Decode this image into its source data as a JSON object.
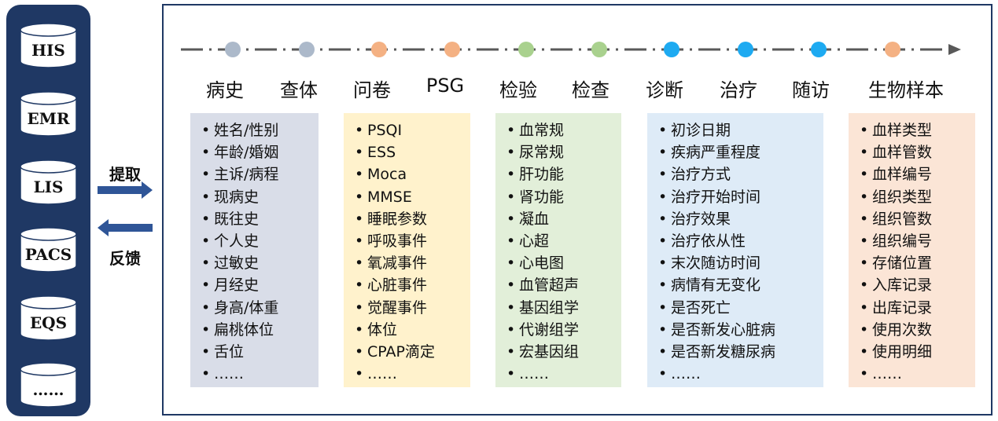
{
  "sources": {
    "items": [
      "HIS",
      "EMR",
      "LIS",
      "PACS",
      "EQS",
      "……"
    ],
    "color": "#1f3864"
  },
  "arrows": {
    "extract_label": "提取",
    "feedback_label": "反馈"
  },
  "timeline": {
    "categories": [
      {
        "label": "病史",
        "color": "#acb9ca"
      },
      {
        "label": "查体",
        "color": "#acb9ca"
      },
      {
        "label": "问卷",
        "color": "#f4b183"
      },
      {
        "label": "PSG",
        "color": "#f4b183"
      },
      {
        "label": "检验",
        "color": "#a9d18e"
      },
      {
        "label": "检查",
        "color": "#a9d18e"
      },
      {
        "label": "诊断",
        "color": "#1eaaf1"
      },
      {
        "label": "治疗",
        "color": "#1eaaf1"
      },
      {
        "label": "随访",
        "color": "#1eaaf1"
      },
      {
        "label": "生物样本",
        "color": "#f4b183"
      }
    ]
  },
  "boxes": [
    {
      "name": "history-exam",
      "bg": "#d9dde8",
      "items": [
        "姓名/性别",
        "年龄/婚姻",
        "主诉/病程",
        "现病史",
        "既往史",
        "个人史",
        "过敏史",
        "月经史",
        "身高/体重",
        "扁桃体位",
        "舌位",
        "……"
      ]
    },
    {
      "name": "questionnaire-psg",
      "bg": "#fff2cc",
      "items": [
        "PSQI",
        "ESS",
        "Moca",
        "MMSE",
        "睡眠参数",
        "呼吸事件",
        "氧减事件",
        "心脏事件",
        "觉醒事件",
        "体位",
        "CPAP滴定",
        "……"
      ]
    },
    {
      "name": "lab-exam",
      "bg": "#e2efd9",
      "items": [
        "血常规",
        "尿常规",
        "肝功能",
        "肾功能",
        "凝血",
        "心超",
        "心电图",
        "血管超声",
        "基因组学",
        "代谢组学",
        "宏基因组",
        "……"
      ]
    },
    {
      "name": "diagnosis-treatment-followup",
      "bg": "#deebf7",
      "items": [
        "初诊日期",
        "疾病严重程度",
        "治疗方式",
        "治疗开始时间",
        "治疗效果",
        "治疗依从性",
        "末次随访时间",
        "病情有无变化",
        "是否死亡",
        "是否新发心脏病",
        "是否新发糖尿病",
        "……"
      ]
    },
    {
      "name": "biosample",
      "bg": "#fbe5d6",
      "items": [
        "血样类型",
        "血样管数",
        "血样编号",
        "组织类型",
        "组织管数",
        "组织编号",
        "存储位置",
        "入库记录",
        "出库记录",
        "使用次数",
        "使用明细",
        "……"
      ]
    }
  ]
}
